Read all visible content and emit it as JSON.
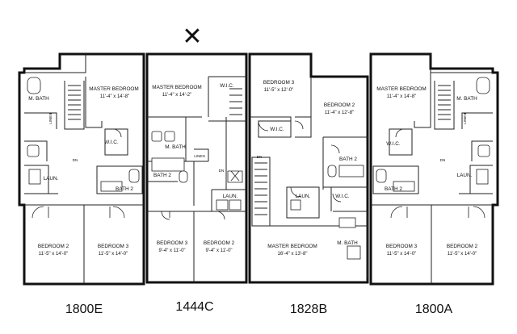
{
  "mark": "✕",
  "units": [
    {
      "id": "1800E",
      "label": "1800E"
    },
    {
      "id": "1444C",
      "label": "1444C"
    },
    {
      "id": "1828B",
      "label": "1828B"
    },
    {
      "id": "1800A",
      "label": "1800A"
    }
  ],
  "rooms": {
    "u1800e_master": {
      "name": "MASTER BEDROOM",
      "dim": "11'-4\" x 14'-8\""
    },
    "u1800e_mbath": {
      "name": "M. BATH"
    },
    "u1800e_linen": {
      "name": "LINEN"
    },
    "u1800e_wic": {
      "name": "W.I.C."
    },
    "u1800e_laun": {
      "name": "LAUN."
    },
    "u1800e_bath2": {
      "name": "BATH 2"
    },
    "u1800e_dn": {
      "name": "DN"
    },
    "u1800e_bed2": {
      "name": "BEDROOM 2",
      "dim": "11'-5\" x 14'-0\""
    },
    "u1800e_bed3": {
      "name": "BEDROOM 3",
      "dim": "11'-5\" x 14'-0\""
    },
    "u1444c_master": {
      "name": "MASTER BEDROOM",
      "dim": "11'-4\" x 14'-2\""
    },
    "u1444c_wic": {
      "name": "W.I.C."
    },
    "u1444c_mbath": {
      "name": "M. BATH"
    },
    "u1444c_linen": {
      "name": "LINEN"
    },
    "u1444c_bath2": {
      "name": "BATH 2"
    },
    "u1444c_laun": {
      "name": "LAUN."
    },
    "u1444c_dn": {
      "name": "DN"
    },
    "u1444c_bed3": {
      "name": "BEDROOM 3",
      "dim": "9'-4\" x 11'-0\""
    },
    "u1444c_bed2": {
      "name": "BEDROOM 2",
      "dim": "9'-4\" x 11'-0\""
    },
    "u1828b_bed3": {
      "name": "BEDROOM 3",
      "dim": "11'-5\" x 12'-0\""
    },
    "u1828b_bed2": {
      "name": "BEDROOM 2",
      "dim": "11'-4\" x 12'-8\""
    },
    "u1828b_wic1": {
      "name": "W.I.C."
    },
    "u1828b_dn": {
      "name": "DN"
    },
    "u1828b_bath2": {
      "name": "BATH 2"
    },
    "u1828b_laun": {
      "name": "LAUN."
    },
    "u1828b_wic2": {
      "name": "W.I.C."
    },
    "u1828b_master": {
      "name": "MASTER BEDROOM",
      "dim": "16'-4\" x 13'-8\""
    },
    "u1828b_mbath": {
      "name": "M. BATH"
    },
    "u1800a_master": {
      "name": "MASTER BEDROOM",
      "dim": "11'-4\" x 14'-8\""
    },
    "u1800a_mbath": {
      "name": "M. BATH"
    },
    "u1800a_linen": {
      "name": "LINEN"
    },
    "u1800a_wic": {
      "name": "W.I.C."
    },
    "u1800a_laun": {
      "name": "LAUN."
    },
    "u1800a_bath2": {
      "name": "BATH 2"
    },
    "u1800a_dn": {
      "name": "DN"
    },
    "u1800a_bed3": {
      "name": "BEDROOM 3",
      "dim": "11'-5\" x 14'-0\""
    },
    "u1800a_bed2": {
      "name": "BEDROOM 2",
      "dim": "11'-5\" x 14'-0\""
    }
  }
}
